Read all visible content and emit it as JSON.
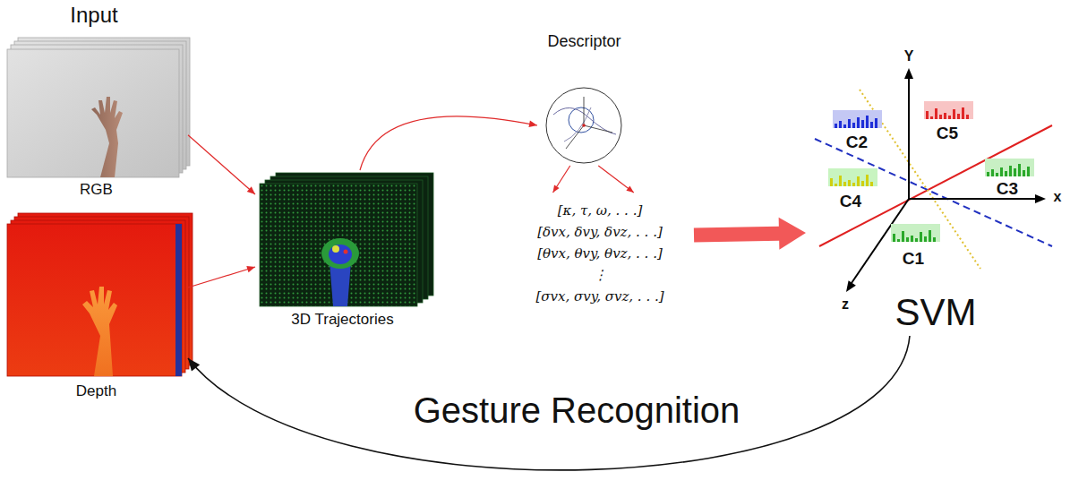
{
  "diagram": {
    "nodes": [
      {
        "text": [
          "RGB"
        ]
      },
      {
        "text": [
          "Depth"
        ]
      },
      {
        "text": [
          "3D Trajectories"
        ]
      },
      {
        "text": [
          "Descriptor"
        ]
      },
      {
        "text": [
          "[κ, τ, ω, . . .]",
          "[δvx, δvy, δvz, . . .]",
          "[θvx, θvy, θvz, . . .]",
          "⋮",
          "[σvx, σvy, σvz, . . .]"
        ]
      },
      {
        "text": [
          "SVM"
        ]
      }
    ],
    "edges": [
      {
        "from": 0,
        "to": 2,
        "arrow": "to"
      },
      {
        "from": 1,
        "to": 2,
        "arrow": "to"
      },
      {
        "from": 2,
        "to": 3,
        "arrow": "to"
      },
      {
        "from": 3,
        "to": 4,
        "arrow": "to"
      },
      {
        "from": 3,
        "to": 4,
        "arrow": "to"
      },
      {
        "from": 4,
        "to": 5,
        "arrow": "to"
      },
      {
        "from": 5,
        "to": 1,
        "label": "Gesture Recognition",
        "arrow": "to"
      }
    ],
    "labels": [
      "Input",
      "Y",
      "C2",
      "C5",
      "C4",
      "C3",
      "x",
      "C1",
      "z"
    ]
  }
}
